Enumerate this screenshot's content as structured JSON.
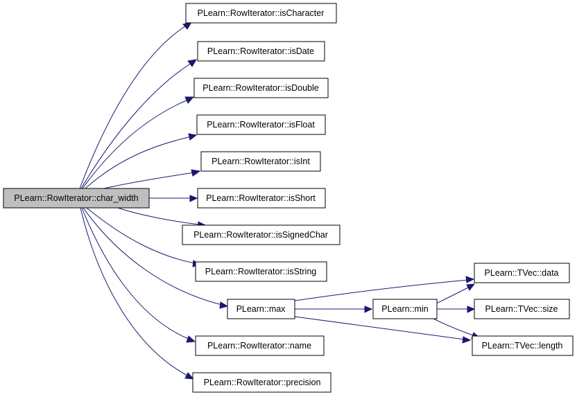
{
  "graph": {
    "root": "PLearn::RowIterator::char_width",
    "nodes": {
      "char_width": "PLearn::RowIterator::char_width",
      "isCharacter": "PLearn::RowIterator::isCharacter",
      "isDate": "PLearn::RowIterator::isDate",
      "isDouble": "PLearn::RowIterator::isDouble",
      "isFloat": "PLearn::RowIterator::isFloat",
      "isInt": "PLearn::RowIterator::isInt",
      "isShort": "PLearn::RowIterator::isShort",
      "isSignedChar": "PLearn::RowIterator::isSignedChar",
      "isString": "PLearn::RowIterator::isString",
      "max": "PLearn::max",
      "name": "PLearn::RowIterator::name",
      "precision": "PLearn::RowIterator::precision",
      "min": "PLearn::min",
      "data": "PLearn::TVec::data",
      "size": "PLearn::TVec::size",
      "length": "PLearn::TVec::length"
    },
    "edges": [
      [
        "char_width",
        "isCharacter"
      ],
      [
        "char_width",
        "isDate"
      ],
      [
        "char_width",
        "isDouble"
      ],
      [
        "char_width",
        "isFloat"
      ],
      [
        "char_width",
        "isInt"
      ],
      [
        "char_width",
        "isShort"
      ],
      [
        "char_width",
        "isSignedChar"
      ],
      [
        "char_width",
        "isString"
      ],
      [
        "char_width",
        "max"
      ],
      [
        "char_width",
        "name"
      ],
      [
        "char_width",
        "precision"
      ],
      [
        "max",
        "data"
      ],
      [
        "max",
        "min"
      ],
      [
        "max",
        "length"
      ],
      [
        "min",
        "data"
      ],
      [
        "min",
        "size"
      ],
      [
        "min",
        "length"
      ]
    ]
  }
}
